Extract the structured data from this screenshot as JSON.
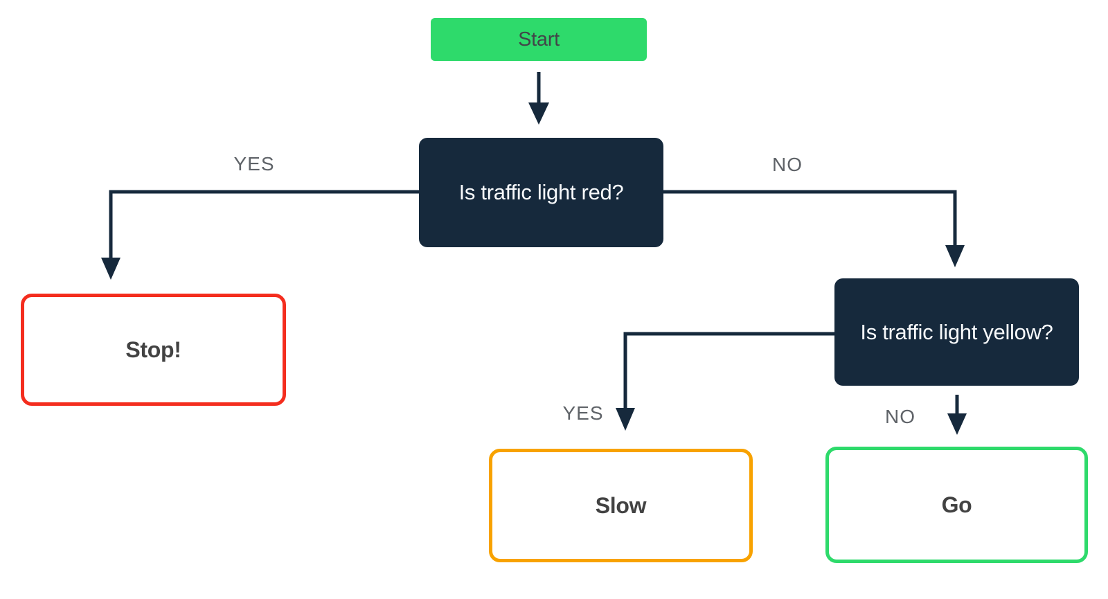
{
  "diagram": {
    "type": "flowchart",
    "nodes": {
      "start": {
        "label": "Start",
        "kind": "start",
        "fill": "#2EDA6B"
      },
      "red_question": {
        "label": "Is traffic light red?",
        "kind": "decision",
        "fill": "#16293C"
      },
      "yellow_question": {
        "label": "Is traffic light yellow?",
        "kind": "decision",
        "fill": "#16293C"
      },
      "stop": {
        "label": "Stop!",
        "kind": "result",
        "border_color": "#F42D1E"
      },
      "slow": {
        "label": "Slow",
        "kind": "result",
        "border_color": "#F8A200"
      },
      "go": {
        "label": "Go",
        "kind": "result",
        "border_color": "#2EDA6B"
      }
    },
    "edges": {
      "start_to_red": {
        "from": "start",
        "to": "red_question"
      },
      "red_yes": {
        "label": "YES",
        "from": "red_question",
        "to": "stop"
      },
      "red_no": {
        "label": "NO",
        "from": "red_question",
        "to": "yellow_question"
      },
      "yellow_yes": {
        "label": "YES",
        "from": "yellow_question",
        "to": "slow"
      },
      "yellow_no": {
        "label": "NO",
        "from": "yellow_question",
        "to": "go"
      }
    },
    "colors": {
      "background": "#FFFFFF",
      "connector": "#16293C",
      "decision_fill": "#16293C",
      "decision_text": "#F7F9FB",
      "start_fill": "#2EDA6B",
      "start_text": "#424549",
      "stop_border": "#F42D1E",
      "slow_border": "#F8A200",
      "go_border": "#2EDA6B",
      "result_text": "#424242",
      "edge_label_text": "#5F6368"
    }
  }
}
